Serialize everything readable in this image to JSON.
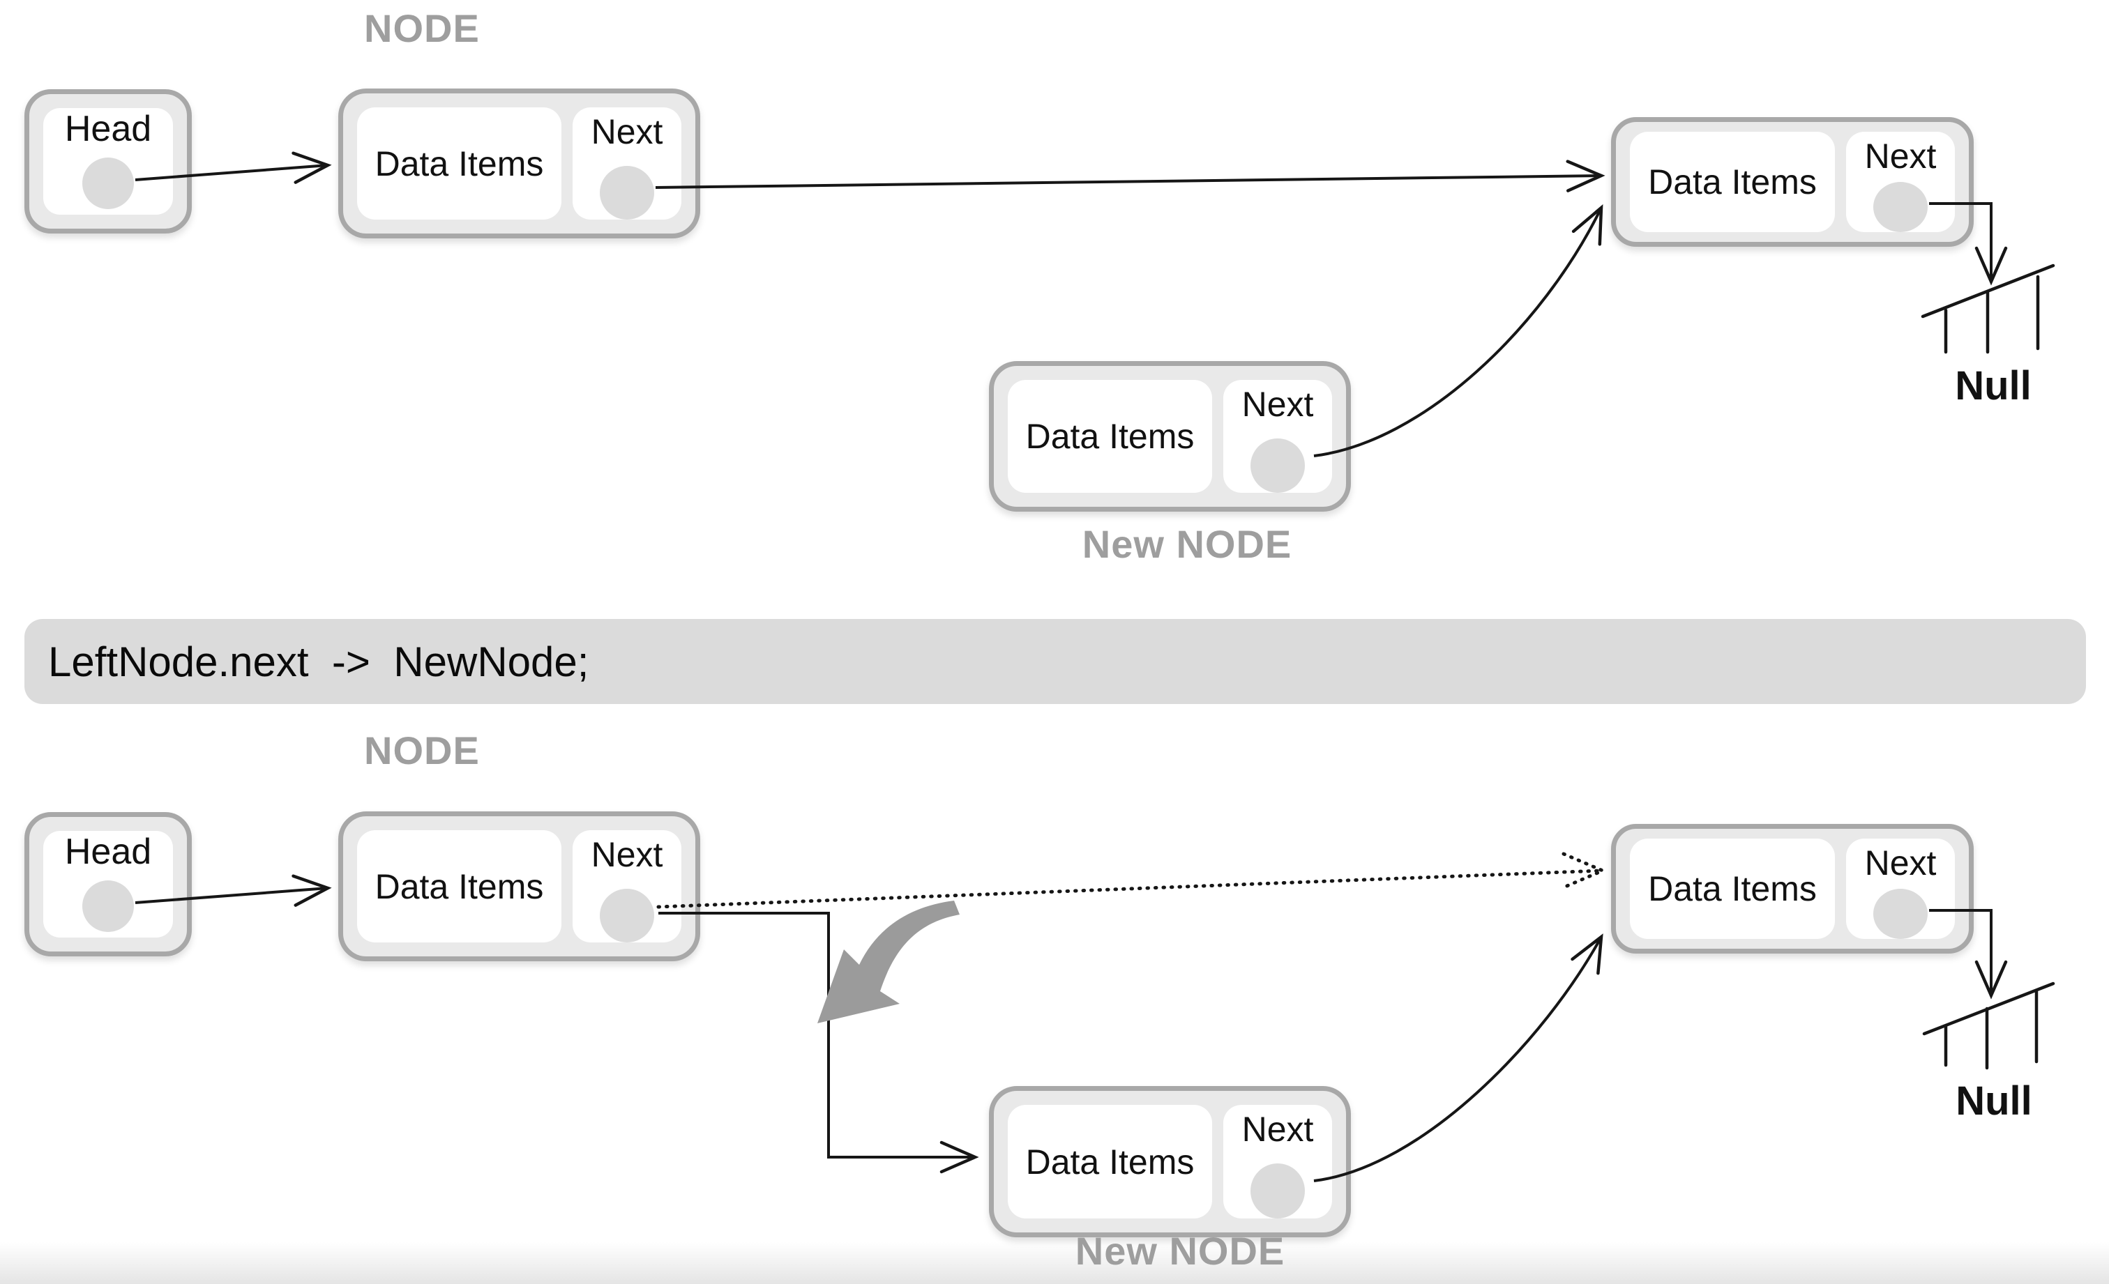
{
  "node_labels": {
    "head": "Head",
    "data_items": "Data Items",
    "next": "Next"
  },
  "captions": {
    "node_top": "NODE",
    "node_bottom": "NODE",
    "new_node_top": "New NODE",
    "new_node_bottom": "New NODE",
    "null_top": "Null",
    "null_bottom": "Null"
  },
  "code_bar": {
    "text": "LeftNode.next  ->  NewNode;"
  },
  "colors": {
    "node_fill": "#e9e9e9",
    "node_border": "#a8a8a8",
    "inner_fill": "#ffffff",
    "pointer_circle_fill": "#dbdbdb",
    "caption_gray": "#9e9e9e",
    "code_bar_fill": "#dbdbdb",
    "line_black": "#161616",
    "big_arrow_gray": "#9b9b9b"
  },
  "figure": {
    "type": "linked-list insertion diagram",
    "top_section": "list Head -> NODE -> right node -> Null, with detached New NODE pointing to right node",
    "operation": "LeftNode.next -> NewNode;",
    "bottom_section": "old link shown dotted, left NODE.next redirected down to New NODE, New NODE links to right node -> Null"
  }
}
